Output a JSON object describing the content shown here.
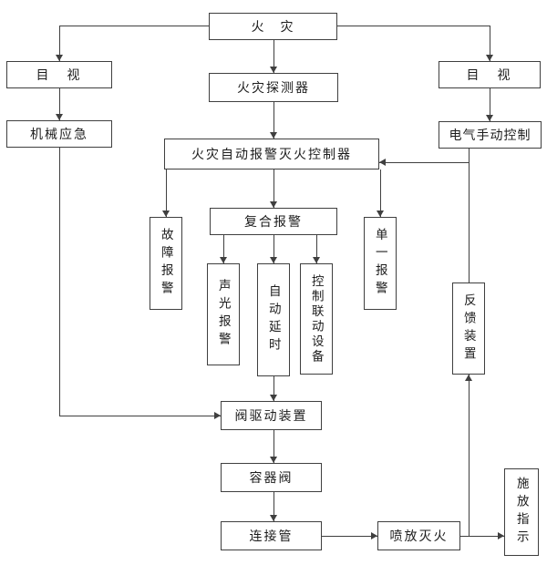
{
  "diagram": {
    "type": "flowchart",
    "language": "zh-CN",
    "subject": "fire-alarm-and-gas-extinguishing-system-workflow",
    "colors": {
      "line": "#3f3f3f",
      "box_border": "#3f3f3f",
      "background": "#ffffff",
      "text": "#1c1c1c"
    },
    "nodes": {
      "fire": {
        "label": "火　灾"
      },
      "visual_left": {
        "label": "目　视"
      },
      "visual_right": {
        "label": "目　视"
      },
      "detector": {
        "label": "火灾探测器"
      },
      "mechanical_emergency": {
        "label": "机械应急"
      },
      "electric_manual": {
        "label": "电气手动控制"
      },
      "controller": {
        "label": "火灾自动报警灭火控制器"
      },
      "fault_alarm": {
        "label": "故障报警"
      },
      "compound_alarm": {
        "label": "复合报警"
      },
      "single_alarm": {
        "label": "单一报警"
      },
      "sound_light_alarm": {
        "label": "声光报警"
      },
      "auto_delay": {
        "label": "自动延时"
      },
      "linkage_equipment": {
        "label": "控制联动设备"
      },
      "feedback_device": {
        "label": "反馈装置"
      },
      "valve_drive": {
        "label": "阀驱动装置"
      },
      "container_valve": {
        "label": "容器阀"
      },
      "connecting_pipe": {
        "label": "连接管"
      },
      "spray_extinguish": {
        "label": "喷放灭火"
      },
      "release_indicator": {
        "label": "施放指示"
      }
    },
    "edges": [
      {
        "from": "fire",
        "to": "visual_left"
      },
      {
        "from": "fire",
        "to": "detector"
      },
      {
        "from": "fire",
        "to": "visual_right"
      },
      {
        "from": "visual_left",
        "to": "mechanical_emergency"
      },
      {
        "from": "visual_right",
        "to": "electric_manual"
      },
      {
        "from": "detector",
        "to": "controller"
      },
      {
        "from": "controller",
        "to": "fault_alarm"
      },
      {
        "from": "controller",
        "to": "compound_alarm"
      },
      {
        "from": "controller",
        "to": "single_alarm"
      },
      {
        "from": "compound_alarm",
        "to": "sound_light_alarm"
      },
      {
        "from": "compound_alarm",
        "to": "auto_delay"
      },
      {
        "from": "compound_alarm",
        "to": "linkage_equipment"
      },
      {
        "from": "auto_delay",
        "to": "valve_drive"
      },
      {
        "from": "mechanical_emergency",
        "to": "valve_drive"
      },
      {
        "from": "valve_drive",
        "to": "container_valve"
      },
      {
        "from": "container_valve",
        "to": "connecting_pipe"
      },
      {
        "from": "connecting_pipe",
        "to": "spray_extinguish"
      },
      {
        "from": "spray_extinguish",
        "to": "release_indicator"
      },
      {
        "from": "spray_extinguish",
        "to": "feedback_device"
      },
      {
        "from": "feedback_device",
        "to": "controller"
      },
      {
        "from": "electric_manual",
        "to": "controller"
      }
    ]
  }
}
